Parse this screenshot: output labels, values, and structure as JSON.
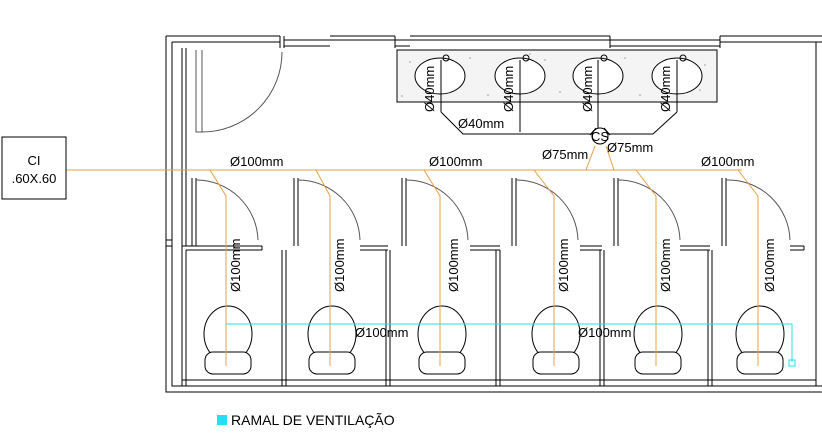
{
  "inspection_box": {
    "line1": "CI",
    "line2": ".60X.60"
  },
  "labels": {
    "sink_branch": "Ø40mm",
    "sink_collector": "Ø40mm",
    "cs_symbol": "CS",
    "cs_left": "Ø75mm",
    "cs_right": "Ø75mm",
    "main_1": "Ø100mm",
    "main_2": "Ø100mm",
    "main_3": "Ø100mm",
    "toilet_branch": "Ø100mm",
    "vent_1": "Ø100mm",
    "vent_2": "Ø100mm"
  },
  "legend": {
    "text": "RAMAL DE VENTILAÇÃO",
    "color": "#22e0ee"
  },
  "colors": {
    "sewer": "#e8a040",
    "vent": "#22e0ee",
    "wall": "#000000",
    "door": "#555555"
  }
}
